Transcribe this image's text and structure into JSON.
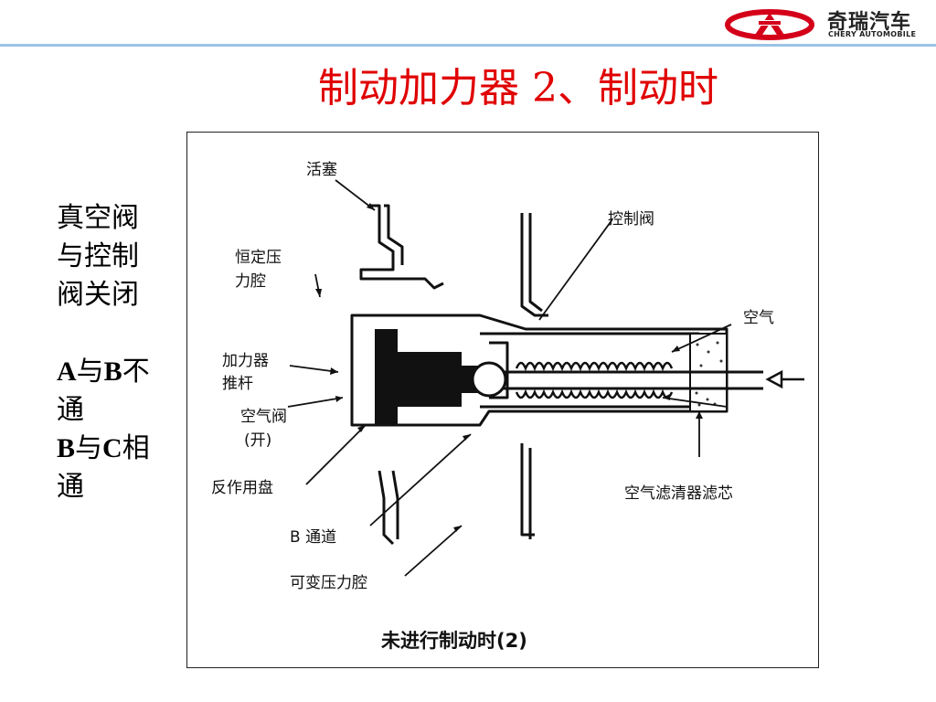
{
  "brand": {
    "name_cn": "奇瑞汽车",
    "name_en": "CHERY AUTOMOBILE",
    "color": "#d4001a"
  },
  "title": "制动加力器 2、制动时",
  "side_text": {
    "lines": [
      "真空阀",
      "与控制",
      "阀关闭"
    ],
    "state_lines": [
      {
        "a": "A",
        "b": "与",
        "c": "B",
        "d": "不"
      },
      {
        "a": "通"
      },
      {
        "a": "B",
        "b": "与",
        "c": "C",
        "d": "相"
      },
      {
        "a": "通"
      }
    ]
  },
  "diagram": {
    "labels": {
      "piston": "活塞",
      "control_valve": "控制阀",
      "constant_chamber_1": "恒定压",
      "constant_chamber_2": "力腔",
      "air": "空气",
      "booster_rod_1": "加力器",
      "booster_rod_2": "推杆",
      "air_valve": "空气阀",
      "air_valve_state": "(开)",
      "reaction_disc": "反作用盘",
      "b_passage": "B 通道",
      "filter": "空气滤清器滤芯",
      "variable_chamber": "可变压力腔"
    },
    "caption": "未进行制动时(2)"
  }
}
